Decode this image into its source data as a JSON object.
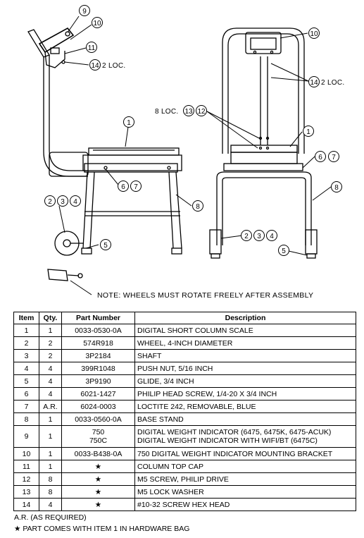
{
  "drawing": {
    "callouts": [
      "9",
      "10",
      "11",
      "14",
      "1",
      "6",
      "7",
      "8",
      "2",
      "3",
      "4",
      "5",
      "13",
      "12"
    ],
    "loc_2": "2 LOC.",
    "loc_8": "8 LOC.",
    "note": "NOTE: WHEELS MUST ROTATE FREELY AFTER ASSEMBLY"
  },
  "table": {
    "headers": [
      "Item",
      "Qty.",
      "Part Number",
      "Description"
    ],
    "rows": [
      {
        "item": "1",
        "qty": "1",
        "part": "0033-0530-0A",
        "desc": "DIGITAL SHORT COLUMN SCALE"
      },
      {
        "item": "2",
        "qty": "2",
        "part": "574R918",
        "desc": "WHEEL, 4-INCH DIAMETER"
      },
      {
        "item": "3",
        "qty": "2",
        "part": "3P2184",
        "desc": "SHAFT"
      },
      {
        "item": "4",
        "qty": "4",
        "part": "399R1048",
        "desc": "PUSH NUT, 5/16 INCH"
      },
      {
        "item": "5",
        "qty": "4",
        "part": "3P9190",
        "desc": "GLIDE, 3/4 INCH"
      },
      {
        "item": "6",
        "qty": "4",
        "part": "6021-1427",
        "desc": "PHILIP HEAD SCREW, 1/4-20 X 3/4 INCH"
      },
      {
        "item": "7",
        "qty": "A.R.",
        "part": "6024-0003",
        "desc": "LOCTITE 242, REMOVABLE, BLUE"
      },
      {
        "item": "8",
        "qty": "1",
        "part": "0033-0560-0A",
        "desc": "BASE STAND"
      },
      {
        "item": "9",
        "qty": "1",
        "part_line1": "750",
        "part_line2": "750C",
        "desc_line1": "DIGITAL WEIGHT INDICATOR (6475, 6475K, 6475-ACUK)",
        "desc_line2": "DIGITAL WEIGHT INDICATOR WITH WIFI/BT (6475C)"
      },
      {
        "item": "10",
        "qty": "1",
        "part": "0033-B438-0A",
        "desc": "750 DIGITAL WEIGHT INDICATOR MOUNTING BRACKET"
      },
      {
        "item": "11",
        "qty": "1",
        "part": "★",
        "desc": "COLUMN TOP CAP"
      },
      {
        "item": "12",
        "qty": "8",
        "part": "★",
        "desc": "M5 SCREW, PHILIP DRIVE"
      },
      {
        "item": "13",
        "qty": "8",
        "part": "★",
        "desc": "M5 LOCK WASHER"
      },
      {
        "item": "14",
        "qty": "4",
        "part": "★",
        "desc": "#10-32 SCREW HEX HEAD"
      }
    ]
  },
  "notes": {
    "ar": "A.R. (AS REQUIRED)",
    "star": "★ PART COMES WITH ITEM 1 IN HARDWARE BAG"
  }
}
